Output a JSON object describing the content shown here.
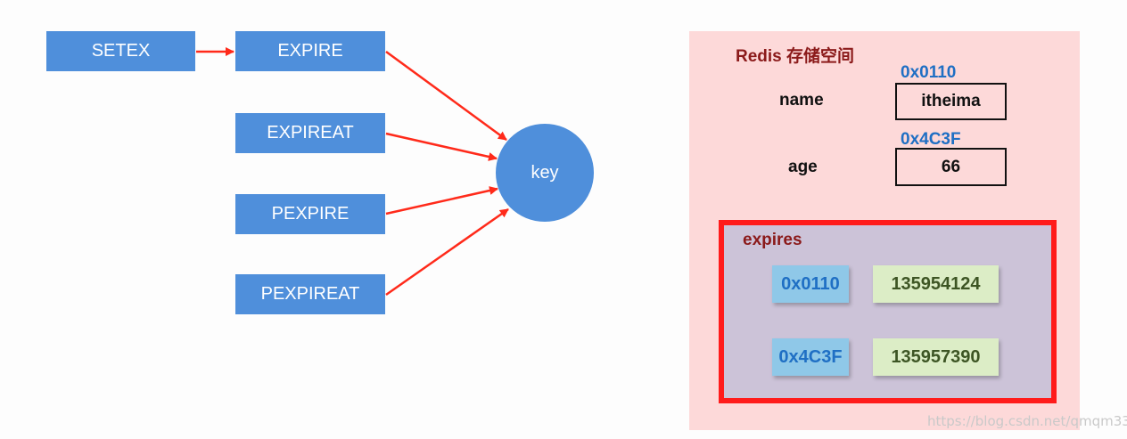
{
  "commands": {
    "setex": "SETEX",
    "expire": "EXPIRE",
    "expireat": "EXPIREAT",
    "pexpire": "PEXPIRE",
    "pexpireat": "PEXPIREAT"
  },
  "key_label": "key",
  "storage": {
    "title": "Redis 存储空间",
    "entries": [
      {
        "field": "name",
        "address": "0x0110",
        "value": "itheima"
      },
      {
        "field": "age",
        "address": "0x4C3F",
        "value": "66"
      }
    ]
  },
  "expires": {
    "title": "expires",
    "rows": [
      {
        "address": "0x0110",
        "timestamp": "135954124"
      },
      {
        "address": "0x4C3F",
        "timestamp": "135957390"
      }
    ]
  },
  "watermark": "https://blog.csdn.net/qmqm33",
  "colors": {
    "command_blue": "#4f8fdb",
    "arrow_red": "#ff2a1a",
    "panel_pink": "#fdd9d9",
    "expires_border": "#ff1b1b",
    "title_dark_red": "#8b1a1a",
    "address_blue": "#1f6fc4"
  }
}
